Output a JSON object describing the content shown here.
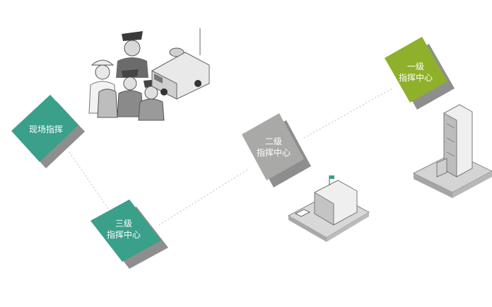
{
  "diagram": {
    "nodes": [
      {
        "id": "scene",
        "lines": [
          "现场指挥"
        ],
        "color": "#3aa08a"
      },
      {
        "id": "level3",
        "lines": [
          "三级",
          "指挥中心"
        ],
        "color": "#3aa08a"
      },
      {
        "id": "level2",
        "lines": [
          "二级",
          "指挥中心"
        ],
        "color": "#a9aaa8"
      },
      {
        "id": "level1",
        "lines": [
          "一级",
          "指挥中心"
        ],
        "color": "#8fb02b"
      }
    ],
    "shadow_color": "#8e8e8e",
    "connector_color": "#bdbdbd",
    "illustrations": [
      "police-team-icon",
      "command-vehicle-icon",
      "office-building-icon",
      "skyscraper-icon"
    ]
  }
}
